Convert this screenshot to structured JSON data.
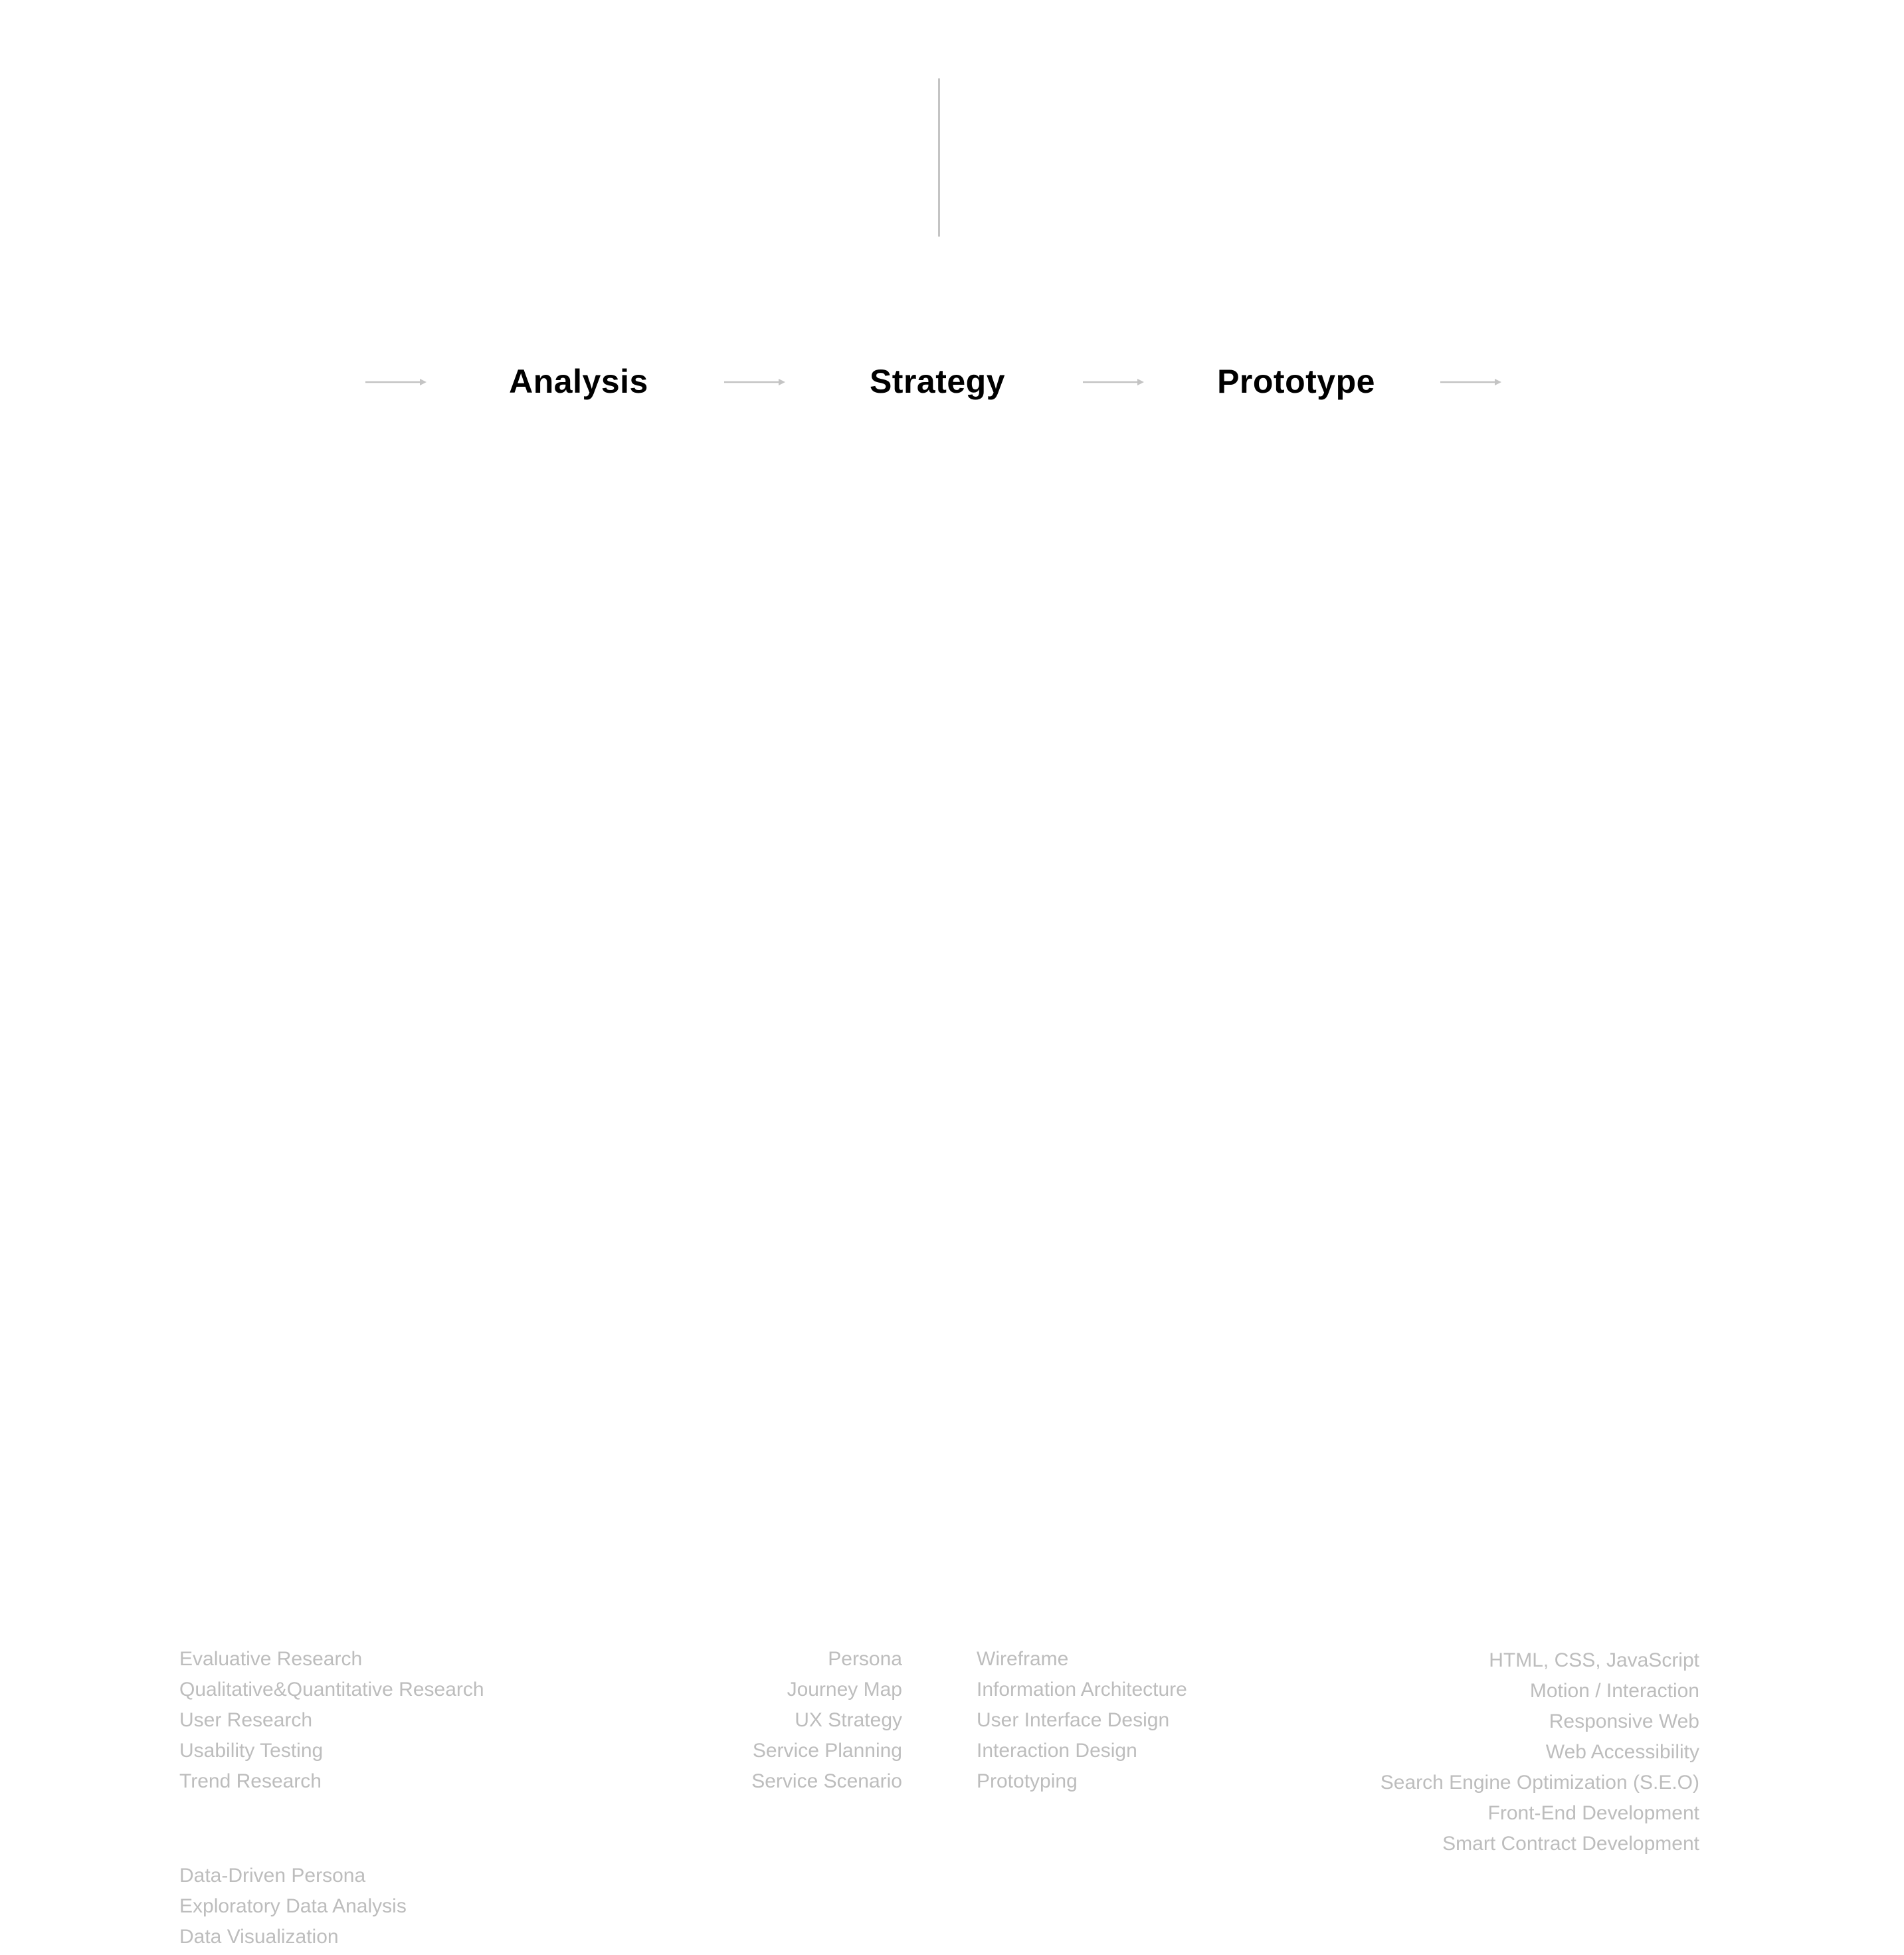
{
  "colors": {
    "background": "#ffffff",
    "title": "#000000",
    "item_text": "#bdbdbd",
    "arrow": "#c4c4c4",
    "divider": "#c4c4c4"
  },
  "process": {
    "stages": [
      {
        "label": "Analysis"
      },
      {
        "label": "Strategy"
      },
      {
        "label": "Prototype"
      }
    ],
    "arrow_icon": "arrow-right-icon"
  },
  "skills": {
    "analysis": [
      "Evaluative Research",
      "Qualitative&Quantitative Research",
      "User Research",
      "Usability Testing",
      "Trend Research"
    ],
    "data": [
      "Data-Driven Persona",
      "Exploratory Data Analysis",
      "Data Visualization"
    ],
    "strategy": [
      "Persona",
      "Journey Map",
      "UX Strategy",
      "Service Planning",
      "Service Scenario"
    ],
    "design": [
      "Wireframe",
      "Information Architecture",
      "User Interface Design",
      "Interaction Design",
      "Prototyping"
    ],
    "development": [
      "HTML, CSS, JavaScript",
      "Motion / Interaction",
      "Responsive Web",
      "Web Accessibility",
      "Search Engine Optimization (S.E.O)",
      "Front-End Development",
      "Smart Contract Development"
    ]
  }
}
